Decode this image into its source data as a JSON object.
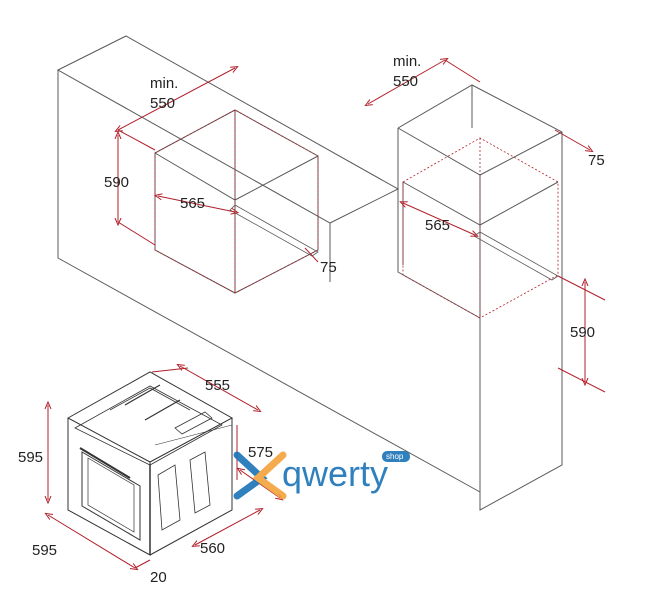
{
  "dimensions": {
    "left_min_label": "min.",
    "left_min_value": "550",
    "left_height": "590",
    "left_depth": "565",
    "left_gap": "75",
    "right_min_label": "min.",
    "right_min_value": "550",
    "right_gap": "75",
    "right_depth": "565",
    "right_height": "590",
    "oven_width_top": "555",
    "oven_height": "595",
    "oven_depth_side": "575",
    "oven_width_front": "595",
    "oven_depth_bottom": "560",
    "oven_front_thickness": "20"
  },
  "watermark": {
    "brand": "qwerty",
    "tag": "shop",
    "colors": {
      "brand": "#1a73b8",
      "x_mark": "#1a73b8",
      "x_accent": "#f2a23a",
      "tag_bg": "#1a73b8"
    }
  },
  "colors": {
    "line": "#5a5a5a",
    "dim_line": "#b2202a",
    "text": "#222222"
  }
}
